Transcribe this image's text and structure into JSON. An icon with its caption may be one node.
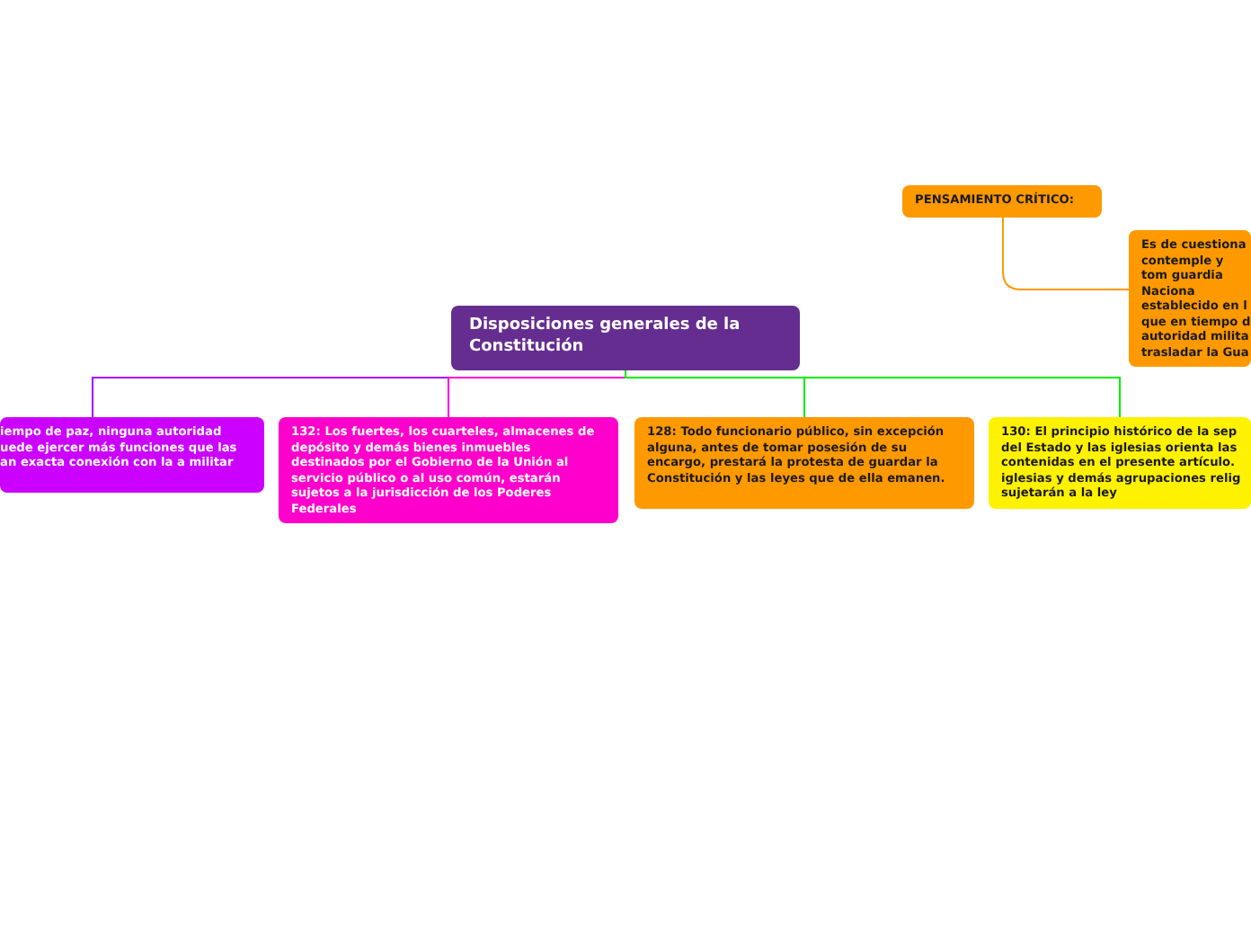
{
  "diagram": {
    "nodes": [
      {
        "text": [
          "Disposiciones generales de la Constitución"
        ]
      },
      {
        "text": [
          "iempo de paz, ninguna autoridad uede ejercer más funciones que las an exacta conexión con la a militar"
        ]
      },
      {
        "text": [
          "132: Los fuertes, los cuarteles, almacenes de depósito y demás bienes inmuebles destinados por el Gobierno de la Unión al servicio público o al uso común, estarán sujetos a la jurisdicción de los Poderes Federales"
        ]
      },
      {
        "text": [
          "128: Todo funcionario público, sin excepción alguna, antes de tomar posesión de su encargo, prestará la protesta de guardar la Constitución y las leyes que de ella emanen."
        ]
      },
      {
        "text": [
          "130: El principio histórico de la sep del Estado y las iglesias orienta las contenidas en el presente artículo. iglesias y demás agrupaciones relig sujetarán a la ley"
        ]
      },
      {
        "text": [
          "PENSAMIENTO CRÍTICO:"
        ]
      },
      {
        "text": [
          "Es de cuestiona contemple y tom guardia Naciona establecido en l que en tiempo d autoridad milita trasladar la Gua"
        ]
      }
    ],
    "edges": [
      {
        "from": 0,
        "to": 1,
        "arrow": "none",
        "color": "#aa00ff"
      },
      {
        "from": 0,
        "to": 2,
        "arrow": "none",
        "color": "#ff00dd"
      },
      {
        "from": 0,
        "to": 3,
        "arrow": "none",
        "color": "#00ee00"
      },
      {
        "from": 0,
        "to": 4,
        "arrow": "none",
        "color": "#00ee00"
      },
      {
        "from": 5,
        "to": 6,
        "arrow": "none",
        "color": "#ff9900"
      }
    ]
  }
}
